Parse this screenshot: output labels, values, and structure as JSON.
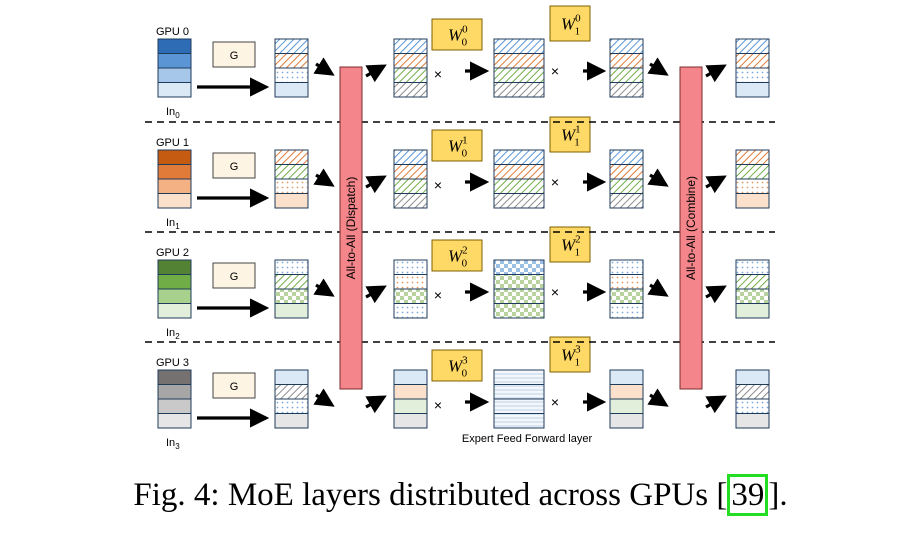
{
  "gpu_labels": [
    "GPU 0",
    "GPU 1",
    "GPU 2",
    "GPU 3"
  ],
  "input_labels": [
    {
      "base": "In",
      "sub": "0"
    },
    {
      "base": "In",
      "sub": "1"
    },
    {
      "base": "In",
      "sub": "2"
    },
    {
      "base": "In",
      "sub": "3"
    }
  ],
  "gate_label": "G",
  "dispatch_label": "All-to-All (Dispatch)",
  "combine_label": "All-to-All (Combine)",
  "times_symbol": "×",
  "weights_w0": [
    {
      "base": "W",
      "sup": "0",
      "sub": "0"
    },
    {
      "base": "W",
      "sup": "1",
      "sub": "0"
    },
    {
      "base": "W",
      "sup": "2",
      "sub": "0"
    },
    {
      "base": "W",
      "sup": "3",
      "sub": "0"
    }
  ],
  "weights_w1": [
    {
      "base": "W",
      "sup": "0",
      "sub": "1"
    },
    {
      "base": "W",
      "sup": "1",
      "sub": "1"
    },
    {
      "base": "W",
      "sup": "2",
      "sub": "1"
    },
    {
      "base": "W",
      "sup": "3",
      "sub": "1"
    }
  ],
  "ffn_label": "Expert Feed Forward  layer",
  "caption": {
    "prefix": "Fig. 4: MoE layers distributed across GPUs [",
    "citation": "39",
    "suffix": "]."
  },
  "colors": {
    "gpu0": [
      "#2e6db5",
      "#5b95d6",
      "#a6c6ea",
      "#dbe8f6"
    ],
    "gpu1": [
      "#c55a11",
      "#e07b39",
      "#f4b183",
      "#fbe0cc"
    ],
    "gpu2": [
      "#548235",
      "#70ad47",
      "#a9d18e",
      "#e2efda"
    ],
    "gpu3": [
      "#767171",
      "#a6a6a6",
      "#c9c9c9",
      "#e7e6e6"
    ],
    "alltoall": "#f4858a",
    "weight_box": "#ffd966",
    "citation_border": "#22dd22"
  }
}
